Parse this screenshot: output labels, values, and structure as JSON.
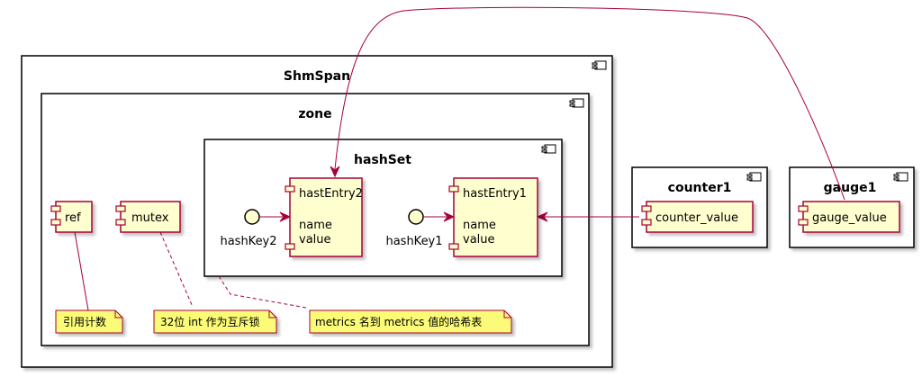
{
  "colors": {
    "component_fill": "#FEFECE",
    "component_stroke": "#A80036",
    "container_stroke": "#000000",
    "note_fill": "#FBFB77",
    "note_stroke": "#A80036",
    "arrow": "#A80036",
    "interface_fill": "#FEFECE"
  },
  "containers": {
    "shmspan": "ShmSpan",
    "zone": "zone",
    "hashset": "hashSet",
    "counter1": "counter1",
    "gauge1": "gauge1"
  },
  "components": {
    "ref": "ref",
    "mutex": "mutex",
    "hastentry2": [
      "hastEntry2",
      "",
      "name",
      "value"
    ],
    "hastentry1": [
      "hastEntry1",
      "",
      "name",
      "value"
    ],
    "counter_value": "counter_value",
    "gauge_value": "gauge_value"
  },
  "interfaces": {
    "hashkey2": "hashKey2",
    "hashkey1": "hashKey1"
  },
  "notes": {
    "ref_note": "引用计数",
    "mutex_note": "32位 int 作为互斥锁",
    "hashset_note": "metrics 名到 metrics 值的哈希表"
  }
}
